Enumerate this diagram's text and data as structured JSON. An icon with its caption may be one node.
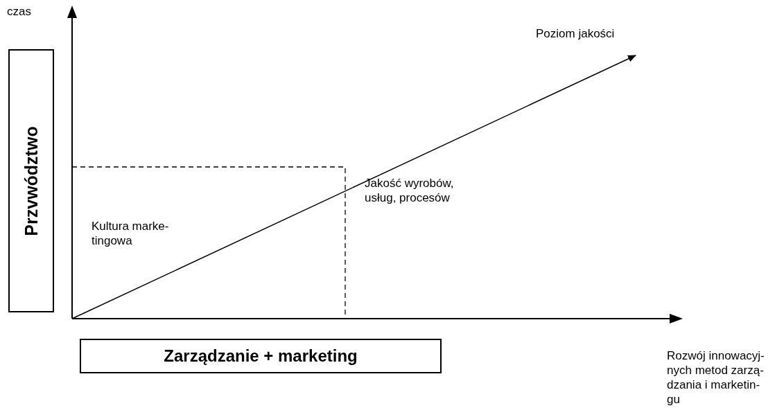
{
  "diagram": {
    "nodes": [
      {
        "text": [
          "Przvwództwo"
        ]
      },
      {
        "text": [
          "Zarządzanie + marketing"
        ]
      },
      {
        "text": [
          "Poziom jakości"
        ]
      },
      {
        "text": [],
        "shape": "axis"
      }
    ],
    "edges": [
      {
        "from": 3,
        "to": 2,
        "arrow": "to"
      }
    ],
    "labels": [
      "czas",
      "Jakość wyrobów, usług, procesów",
      "Kultura marke- tingowa",
      "Rozwój innowacyj- nych metod zarzą- dzania i marketin- gu"
    ]
  }
}
